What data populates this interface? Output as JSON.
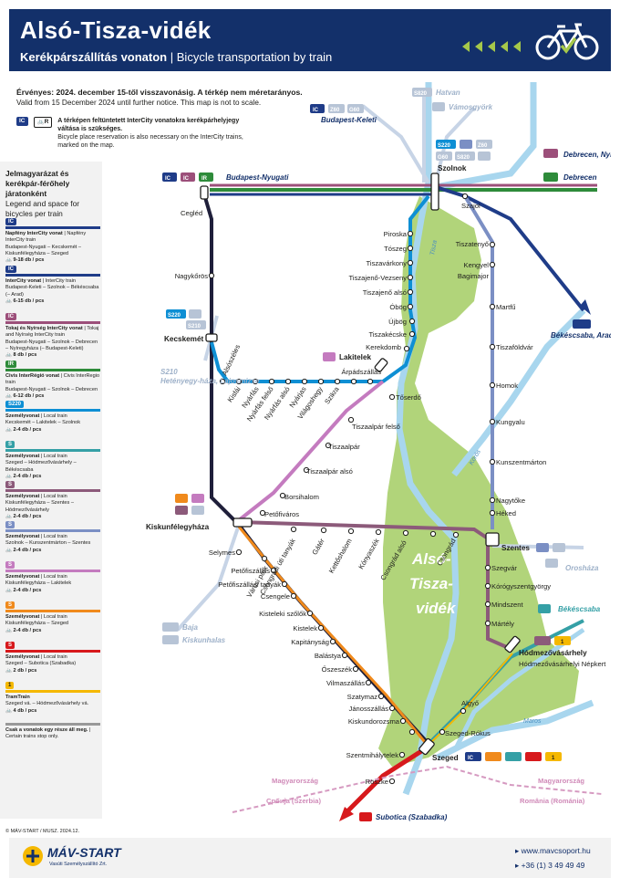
{
  "header": {
    "title": "Alsó-Tisza-vidék",
    "subtitle_hu": "Kerékpárszállítás vonaton",
    "separator": "|",
    "subtitle_en": "Bicycle transportation by train"
  },
  "validity": {
    "hu": "Érvényes: 2024. december 15-től visszavonásig. A térkép nem méretarányos.",
    "en": "Valid from 15 December 2024 until further notice. This map is not to scale."
  },
  "ic_note": {
    "hu": "A térképen feltüntetett InterCity vonatokra kerékpárhelyjegy váltása is szükséges.",
    "en": "Bicycle place reservation is also necessary on the InterCity trains, marked on the map."
  },
  "legend": {
    "title_hu": "Jelmagyarázat és kerékpár-férőhely járatonként",
    "title_en": "Legend and space for bicycles per train",
    "items": [
      {
        "badge": "IC",
        "color": "#1f3c88",
        "name": "Napfény InterCity vonat",
        "name_en": "Napfény InterCity train",
        "route": "Budapest-Nyugati – Kecskemét – Kiskunfélegyháza – Szeged",
        "spaces": "9-18 db / pcs"
      },
      {
        "badge": "IC",
        "color": "#1f3c88",
        "name": "InterCity vonat",
        "name_en": "InterCity train",
        "route": "Budapest-Keleti – Szolnok – Békéscsaba (– Arad)",
        "spaces": "6-15 db / pcs"
      },
      {
        "badge": "IC",
        "color": "#9c4f7a",
        "name": "Tokaj és Nyírség InterCity vonat",
        "name_en": "Tokaj and Nyírség InterCity train",
        "route": "Budapest-Nyugati – Szolnok – Debrecen – Nyíregyháza (– Budapest-Keleti)",
        "spaces": "8 db / pcs"
      },
      {
        "badge": "IR",
        "color": "#2e8b3a",
        "name": "Civis InterRégió vonat",
        "name_en": "Civis InterRegio train",
        "route": "Budapest-Nyugati – Szolnok – Debrecen",
        "spaces": "6-12 db / pcs"
      },
      {
        "badge": "S220",
        "color": "#0e8fd4",
        "name": "Személyvonat",
        "name_en": "Local train",
        "route": "Kecskemét – Lakitelek – Szolnok",
        "spaces": "2-4 db / pcs"
      },
      {
        "badge": "S",
        "color": "#35a0a6",
        "name": "Személyvonat",
        "name_en": "Local train",
        "route": "Szeged – Hódmezővásárhely – Békéscsaba",
        "spaces": "2-4 db / pcs"
      },
      {
        "badge": "S",
        "color": "#8c5a7a",
        "name": "Személyvonat",
        "name_en": "Local train",
        "route": "Kiskunfélegyháza – Szentes – Hódmezővásárhely",
        "spaces": "2-4 db / pcs"
      },
      {
        "badge": "S",
        "color": "#7b8fc4",
        "name": "Személyvonat",
        "name_en": "Local train",
        "route": "Szolnok – Kunszentmárton – Szentes",
        "spaces": "2-4 db / pcs"
      },
      {
        "badge": "S",
        "color": "#c47bbf",
        "name": "Személyvonat",
        "name_en": "Local train",
        "route": "Kiskunfélegyháza – Lakitelek",
        "spaces": "2-4 db / pcs"
      },
      {
        "badge": "S",
        "color": "#f08a1c",
        "name": "Személyvonat",
        "name_en": "Local train",
        "route": "Kiskunfélegyháza – Szeged",
        "spaces": "2-4 db / pcs"
      },
      {
        "badge": "S",
        "color": "#d7191c",
        "name": "Személyvonat",
        "name_en": "Local train",
        "route": "Szeged – Subotica (Szabadka)",
        "spaces": "2 db / pcs"
      },
      {
        "badge": "1",
        "color": "#f5b800",
        "name": "TramTrain",
        "name_en": "",
        "route": "Szeged vá. – Hódmezővásárhely vá.",
        "spaces": "4 db / pcs"
      },
      {
        "badge": "",
        "color": "#999999",
        "name": "Csak a vonatok egy része áll meg.",
        "name_en": "Certain trains stop only.",
        "route": "",
        "spaces": ""
      }
    ]
  },
  "map": {
    "region_label": [
      "Alsó-",
      "Tisza-",
      "vidék"
    ],
    "river_tisza": "Tisza",
    "river_koros": "Körös",
    "river_maros": "Maros",
    "destinations": {
      "budapest_nyugati": "Budapest-Nyugati",
      "budapest_keleti": "Budapest-Keleti",
      "hatvan": "Hatvan",
      "vamosgyork": "Vámosgyörk",
      "debrecen_nyh": "Debrecen, Nyíregyháza",
      "debrecen": "Debrecen",
      "bekescsaba_arad": "Békéscsaba, Arad",
      "heteny": "Hetényegy-háza, Lajosmizse",
      "baja": "Baja",
      "kiskunhalas": "Kiskunhalas",
      "oroshaza": "Orosháza",
      "bekescsaba": "Békéscsaba",
      "subotica": "Subotica (Szabadka)"
    },
    "borders": {
      "hu_left": "Magyarország",
      "rs": "Србија (Szerbia)",
      "hu_right": "Magyarország",
      "ro": "România (Románia)"
    },
    "line_codes": {
      "z60": "Z60",
      "g60": "G60",
      "s820": "S820",
      "s220": "S220",
      "s210": "S210",
      "s": "S"
    },
    "major_stations": [
      "Szolnok",
      "Cegléd",
      "Kecskemét",
      "Lakitelek",
      "Kiskunfélegyháza",
      "Szentes",
      "Hódmezővásárhely",
      "Szeged"
    ],
    "stations": {
      "szajol": "Szajol",
      "piroska": "Piroska",
      "toszeg": "Tószeg",
      "tiszavarkony": "Tiszavárkony",
      "tiszajeno_vezseny": "Tiszajenő-Vezseny",
      "tiszajeno_also": "Tiszajenő alsó",
      "obog": "Óbög",
      "ujbog": "Újbög",
      "tiszakecske": "Tiszakécske",
      "kerekdomb": "Kerekdomb",
      "arpadszallas": "Árpádszállás",
      "toserdo": "Tőserdő",
      "tiszaalpar_felso": "Tiszaalpár felső",
      "tiszaalpar": "Tiszaalpár",
      "tiszaalpar_also": "Tiszaalpár alsó",
      "borsihalom": "Borsihalom",
      "petofivaros": "Petőfiváros",
      "nagykoros": "Nagykőrös",
      "alsoszeles": "Alsószéles",
      "kisfai": "Kisfái",
      "nyarfas": "Nyárfás",
      "nyarfas_felso": "Nyárfás felső",
      "nyarfas_also": "Nyárfás alsó",
      "nyarjas": "Nyárjas",
      "vilagoshegy": "Világoshegy",
      "szikra": "Szikra",
      "selymes": "Selymes",
      "petofiszallas": "Petőfiszállás",
      "petofiszallasi_tanyak": "Petőfiszállási tanyák",
      "csengele": "Csengele",
      "kisteleki_szolok": "Kisteleki szőlők",
      "kistelek": "Kistelek",
      "kapitanysag": "Kapitányság",
      "balastya": "Balástya",
      "szeszek": "Őszeszék",
      "vilmaszallas": "Vilmaszállás",
      "szatymaz": "Szatymaz",
      "janosszallas": "Jánosszállás",
      "kiskundorozsma": "Kiskundorozsma",
      "szentmihalytelek": "Szentmihálytelek",
      "roszke": "Röszke",
      "szeged_rokus": "Szeged-Rókus",
      "algyo": "Algyő",
      "tiszatenyo": "Tiszatenyő",
      "kengyel": "Kengyel",
      "bagimajor": "Bagimajor",
      "martfu": "Martfű",
      "tiszafoldvar": "Tiszaföldvár",
      "homok": "Homok",
      "kungyalu": "Kungyalu",
      "kunszentmarton": "Kunszentmárton",
      "nagytoke": "Nagytőke",
      "heked": "Héked",
      "szegvar": "Szegvár",
      "korogyszentgyorgy": "Kórógyszentgyörgy",
      "mindszent": "Mindszent",
      "martely": "Mártély",
      "hmv_nepkert": "Hódmezővásárhelyi Népkert",
      "varosi_park": "Városi park",
      "csongradi_uti": "Csongrádi úti tanyák",
      "gater": "Gátér",
      "kettoshalom": "Kettőshalom",
      "konyaszek": "Kónyaszék",
      "csongrad_also": "Csongrád alsó",
      "csongrad": "Csongrád",
      "cegled_small": "Cegléd"
    }
  },
  "footer": {
    "copyright": "© MÁV-START / MUSZ. 2024.12.",
    "logo": "MÁV-START",
    "logo_sub": "Vasúti Személyszállító Zrt.",
    "website": "www.mavcsoport.hu",
    "phone": "+36 (1) 3 49 49 49"
  },
  "colors": {
    "navy": "#13306a",
    "ic_blue": "#1f3c88",
    "tokaj": "#9c4f7a",
    "ir_green": "#2e8b3a",
    "s220_blue": "#0e8fd4",
    "teal": "#35a0a6",
    "mauve": "#8c5a7a",
    "periwinkle": "#7b8fc4",
    "pink": "#c47bbf",
    "orange": "#f08a1c",
    "red": "#d7191c",
    "tram": "#f5b800",
    "region": "#a9cf6b",
    "river": "#a8d6ee"
  }
}
